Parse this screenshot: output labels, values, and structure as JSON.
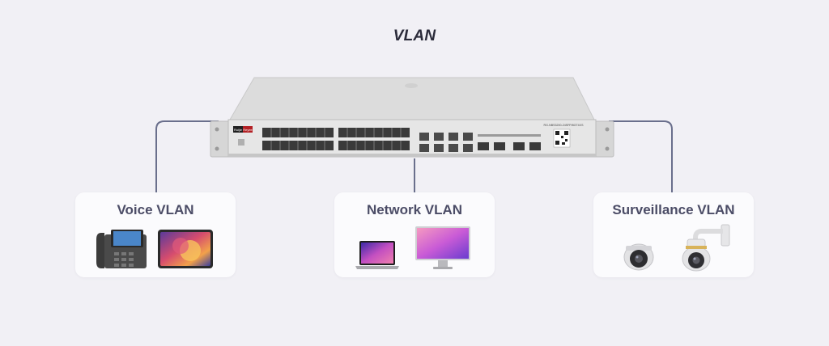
{
  "diagram": {
    "title": "VLAN",
    "switch": {
      "brand_label": "Ruijie",
      "sub_brand_label": "Reyee",
      "model_label": "RG-NBS3200-24SFP/8GT4XS",
      "icon": "network-switch-icon"
    },
    "vlans": [
      {
        "label": "Voice VLAN",
        "devices": [
          "ip-phone-icon",
          "tablet-icon"
        ]
      },
      {
        "label": "Network VLAN",
        "devices": [
          "laptop-icon",
          "desktop-monitor-icon"
        ]
      },
      {
        "label": "Surveillance VLAN",
        "devices": [
          "dome-camera-icon",
          "ptz-camera-icon"
        ]
      }
    ],
    "colors": {
      "background": "#f1f0f5",
      "card": "#fbfbfd",
      "connector": "#6a6f8c",
      "card_title": "#4b4c66"
    }
  }
}
